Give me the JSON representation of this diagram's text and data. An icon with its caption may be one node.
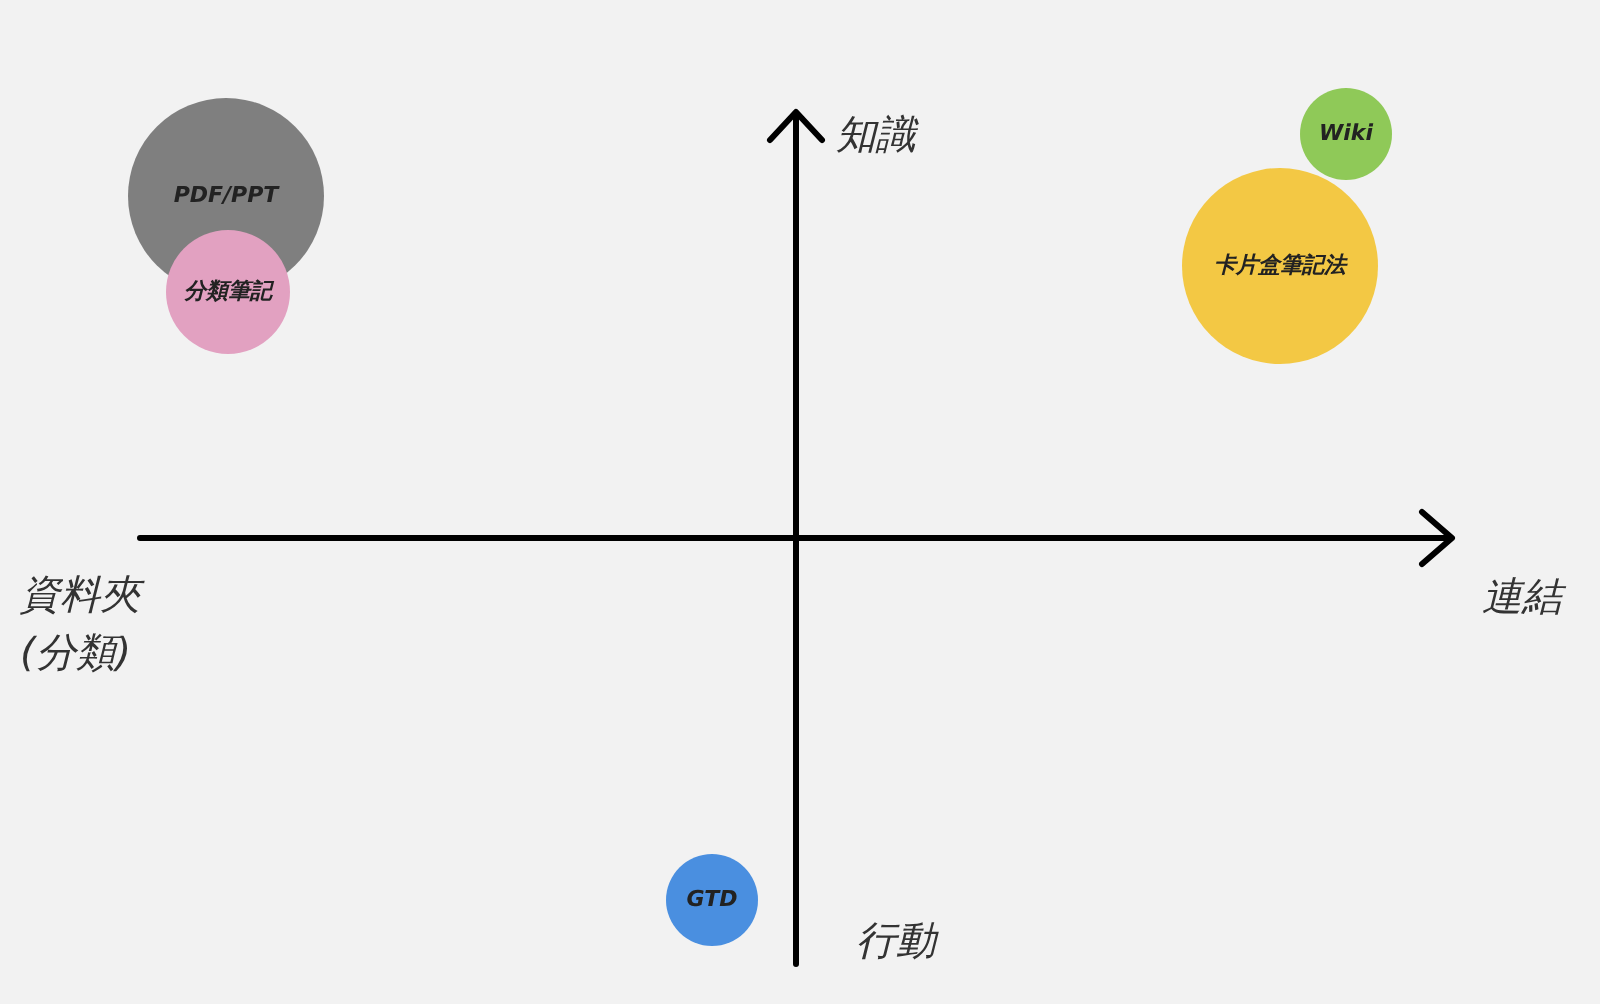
{
  "diagram": {
    "nodes": [
      {
        "text": [
          "PDF/PPT"
        ]
      },
      {
        "text": [
          "分類筆記"
        ]
      },
      {
        "text": [
          "Wiki"
        ]
      },
      {
        "text": [
          "卡片盒筆記法"
        ]
      },
      {
        "text": [
          "GTD"
        ]
      }
    ],
    "labels": [
      "知識",
      "資料夾(分類)",
      "連結",
      "行動"
    ]
  }
}
